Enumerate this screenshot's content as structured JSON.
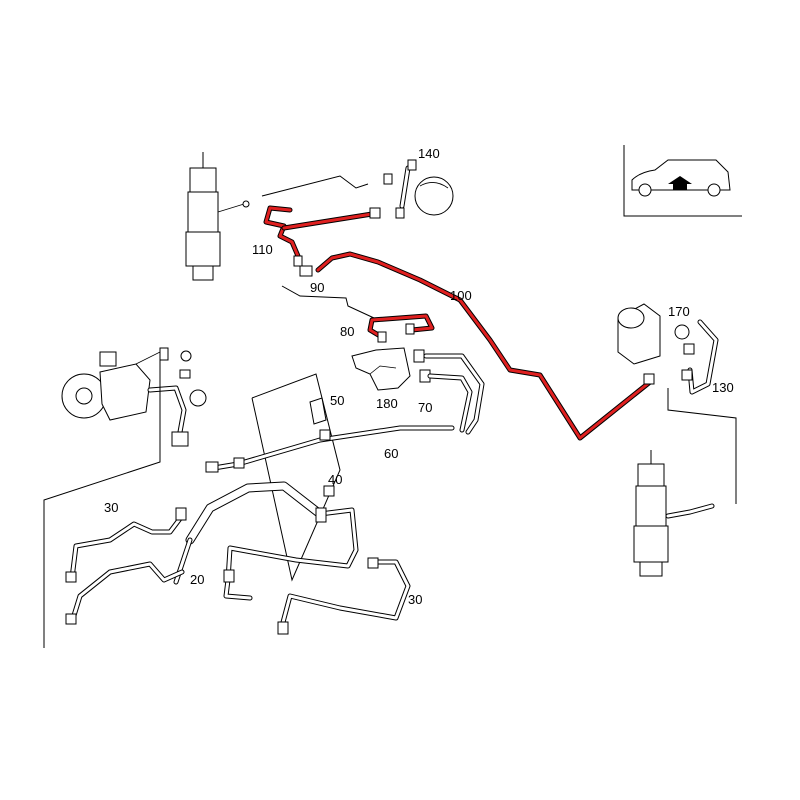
{
  "callouts": {
    "c140": "140",
    "c110": "110",
    "c90": "90",
    "c100": "100",
    "c80": "80",
    "c170": "170",
    "c130": "130",
    "c50": "50",
    "c180": "180",
    "c70": "70",
    "c60": "60",
    "c40": "40",
    "c30a": "30",
    "c20": "20",
    "c30b": "30"
  },
  "colors": {
    "highlight": "#e02020",
    "ink": "#000000",
    "background": "#ffffff"
  },
  "icons": {
    "vehicle_view": "estate-car-with-up-arrow-icon"
  }
}
